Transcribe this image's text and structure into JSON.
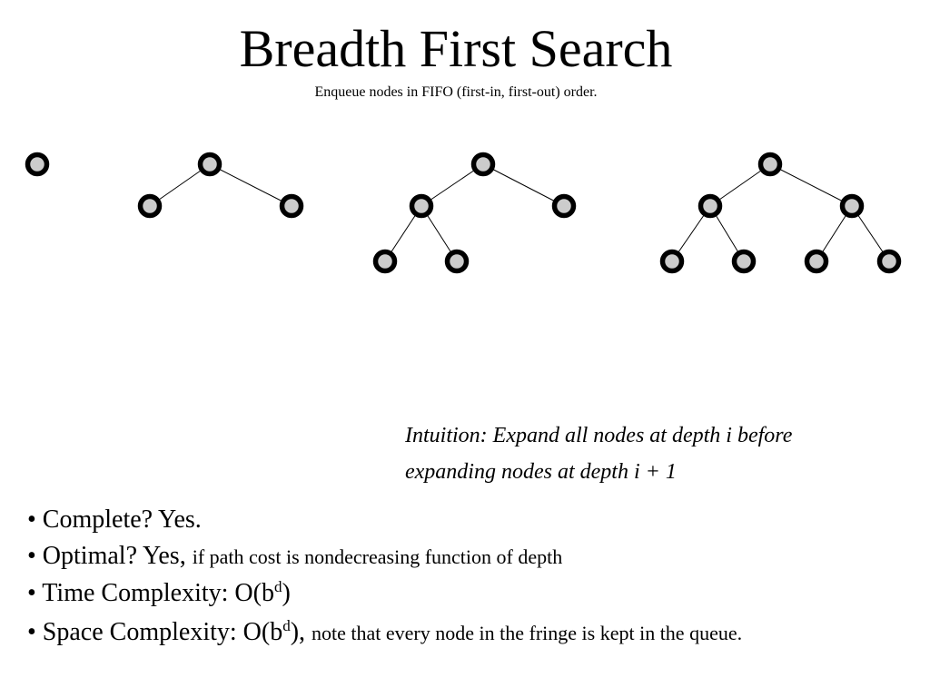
{
  "slide": {
    "title": "Breadth First Search",
    "subtitle": "Enqueue nodes in FIFO (first-in, first-out) order."
  },
  "diagram": {
    "description": "four BFS expansion stages",
    "node_fill": "#cccccc",
    "node_stroke": "#000000",
    "edge_color": "#000000",
    "trees": [
      {
        "stage": 1,
        "nodes": [
          "n0"
        ],
        "edges": []
      },
      {
        "stage": 2,
        "nodes": [
          "n0",
          "n1",
          "n2"
        ],
        "edges": [
          [
            "n0",
            "n1"
          ],
          [
            "n0",
            "n2"
          ]
        ]
      },
      {
        "stage": 3,
        "nodes": [
          "n0",
          "n1",
          "n2",
          "n3",
          "n4"
        ],
        "edges": [
          [
            "n0",
            "n1"
          ],
          [
            "n0",
            "n2"
          ],
          [
            "n1",
            "n3"
          ],
          [
            "n1",
            "n4"
          ]
        ]
      },
      {
        "stage": 4,
        "nodes": [
          "n0",
          "n1",
          "n2",
          "n3",
          "n4",
          "n5",
          "n6"
        ],
        "edges": [
          [
            "n0",
            "n1"
          ],
          [
            "n0",
            "n2"
          ],
          [
            "n1",
            "n3"
          ],
          [
            "n1",
            "n4"
          ],
          [
            "n2",
            "n5"
          ],
          [
            "n2",
            "n6"
          ]
        ]
      }
    ]
  },
  "intuition": {
    "line1": "Intuition: Expand all nodes at depth i before",
    "line2": "expanding nodes at depth i + 1"
  },
  "bullets": {
    "complete": "• Complete? Yes.",
    "optimal_main": "• Optimal? Yes, ",
    "optimal_note": "if path cost is nondecreasing function of depth",
    "time_main": "• Time Complexity: O(b",
    "time_sup": "d",
    "time_close": ")",
    "space_main": "• Space Complexity: O(b",
    "space_sup": "d",
    "space_close": "), ",
    "space_note": "note that every node in the fringe is kept in the queue."
  }
}
